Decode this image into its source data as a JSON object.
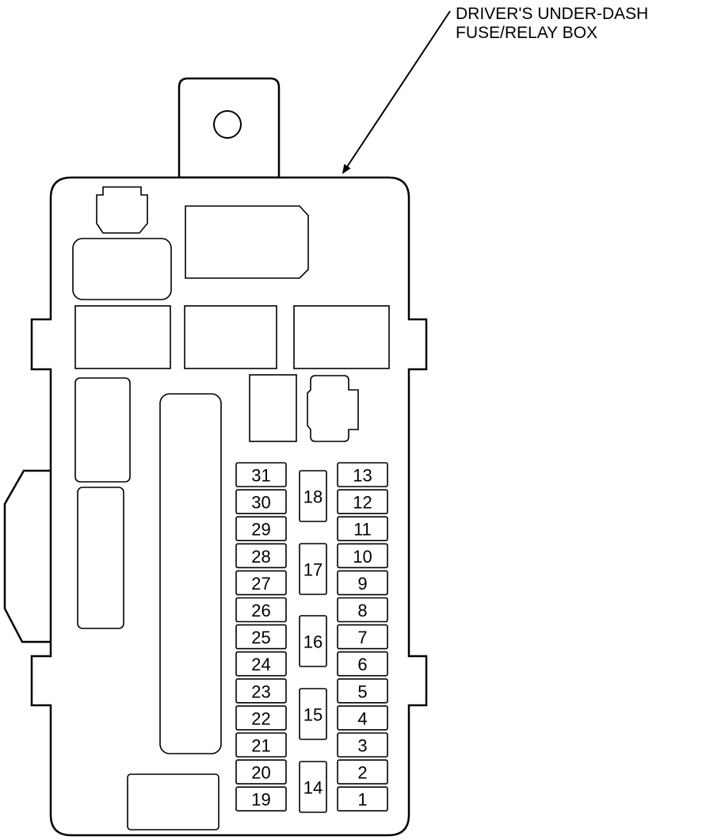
{
  "callout": {
    "line1": "DRIVER'S UNDER-DASH",
    "line2": "FUSE/RELAY BOX"
  },
  "fuses": {
    "left_column": [
      "31",
      "30",
      "29",
      "28",
      "27",
      "26",
      "25",
      "24",
      "23",
      "22",
      "21",
      "20",
      "19"
    ],
    "middle_column": [
      "18",
      "17",
      "16",
      "15",
      "14"
    ],
    "right_column": [
      "13",
      "12",
      "11",
      "10",
      "9",
      "8",
      "7",
      "6",
      "5",
      "4",
      "3",
      "2",
      "1"
    ]
  }
}
